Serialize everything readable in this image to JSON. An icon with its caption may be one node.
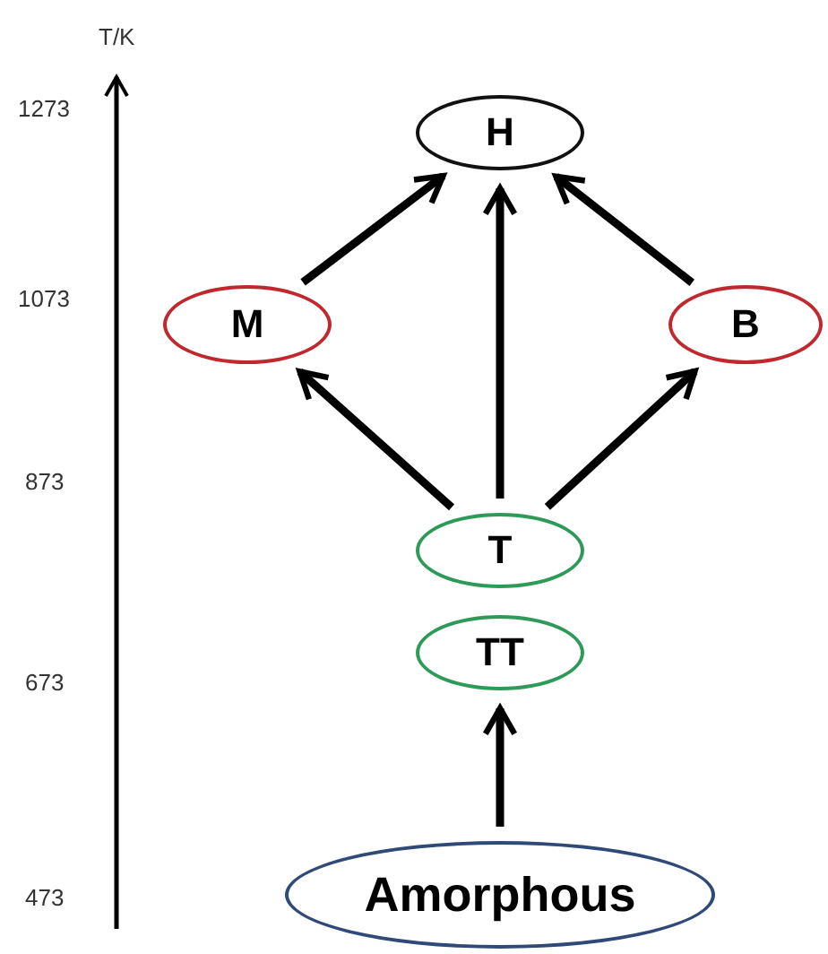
{
  "diagram": {
    "nodes": [
      {
        "text": [
          "H"
        ]
      },
      {
        "text": [
          "M"
        ]
      },
      {
        "text": [
          "B"
        ]
      },
      {
        "text": [
          "T"
        ]
      },
      {
        "text": [
          "TT"
        ]
      },
      {
        "text": [
          "Amorphous"
        ]
      }
    ],
    "edges": [
      {
        "from": 5,
        "to": 4,
        "arrow": "to"
      },
      {
        "from": 3,
        "to": 1,
        "arrow": "to"
      },
      {
        "from": 3,
        "to": 0,
        "arrow": "to"
      },
      {
        "from": 3,
        "to": 2,
        "arrow": "to"
      },
      {
        "from": 1,
        "to": 0,
        "arrow": "to"
      },
      {
        "from": 2,
        "to": 0,
        "arrow": "to"
      }
    ],
    "labels": [
      "T/K",
      "1273",
      "1073",
      "873",
      "673",
      "473"
    ]
  }
}
